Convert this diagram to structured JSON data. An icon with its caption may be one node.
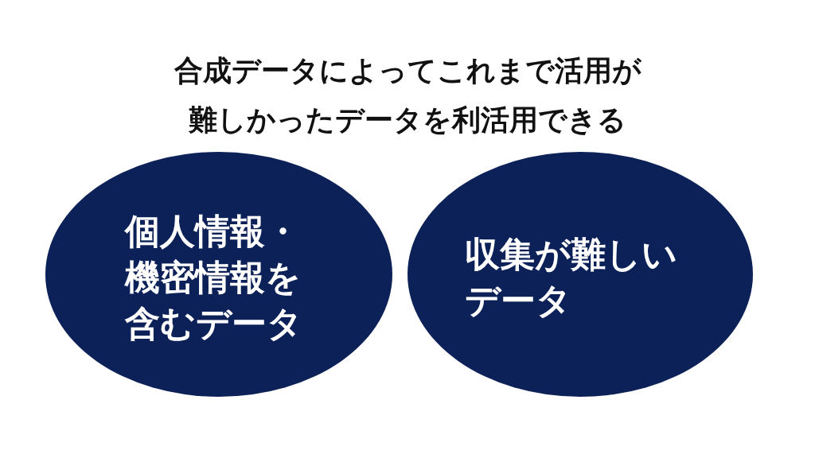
{
  "diagram": {
    "title": "合成データによってこれまで活用が難しかったデータを利活用できる",
    "nodes": [
      {
        "text": [
          "個人情報・機密情報を含むデータ"
        ]
      },
      {
        "text": [
          "収集が難しいデータ"
        ]
      }
    ]
  }
}
